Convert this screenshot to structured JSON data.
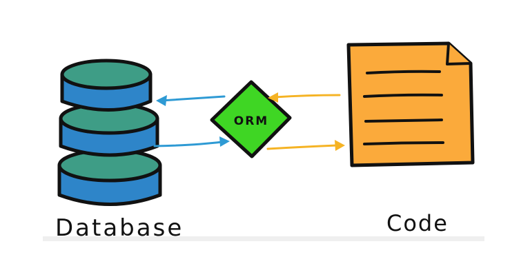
{
  "diagram": {
    "nodes": {
      "database": {
        "label": "Database"
      },
      "orm": {
        "label": "ORM"
      },
      "code": {
        "label": "Code"
      }
    },
    "edges": [
      {
        "from": "orm",
        "to": "database"
      },
      {
        "from": "database",
        "to": "orm"
      },
      {
        "from": "code",
        "to": "orm"
      },
      {
        "from": "orm",
        "to": "code"
      }
    ],
    "colors": {
      "db_side": "#2e85c9",
      "db_top": "#3e9d86",
      "orm_fill": "#3fd624",
      "code_fill": "#fbaa3b",
      "arrow_db": "#2e9ad4",
      "arrow_code": "#f5b324",
      "outline": "#111111"
    }
  }
}
